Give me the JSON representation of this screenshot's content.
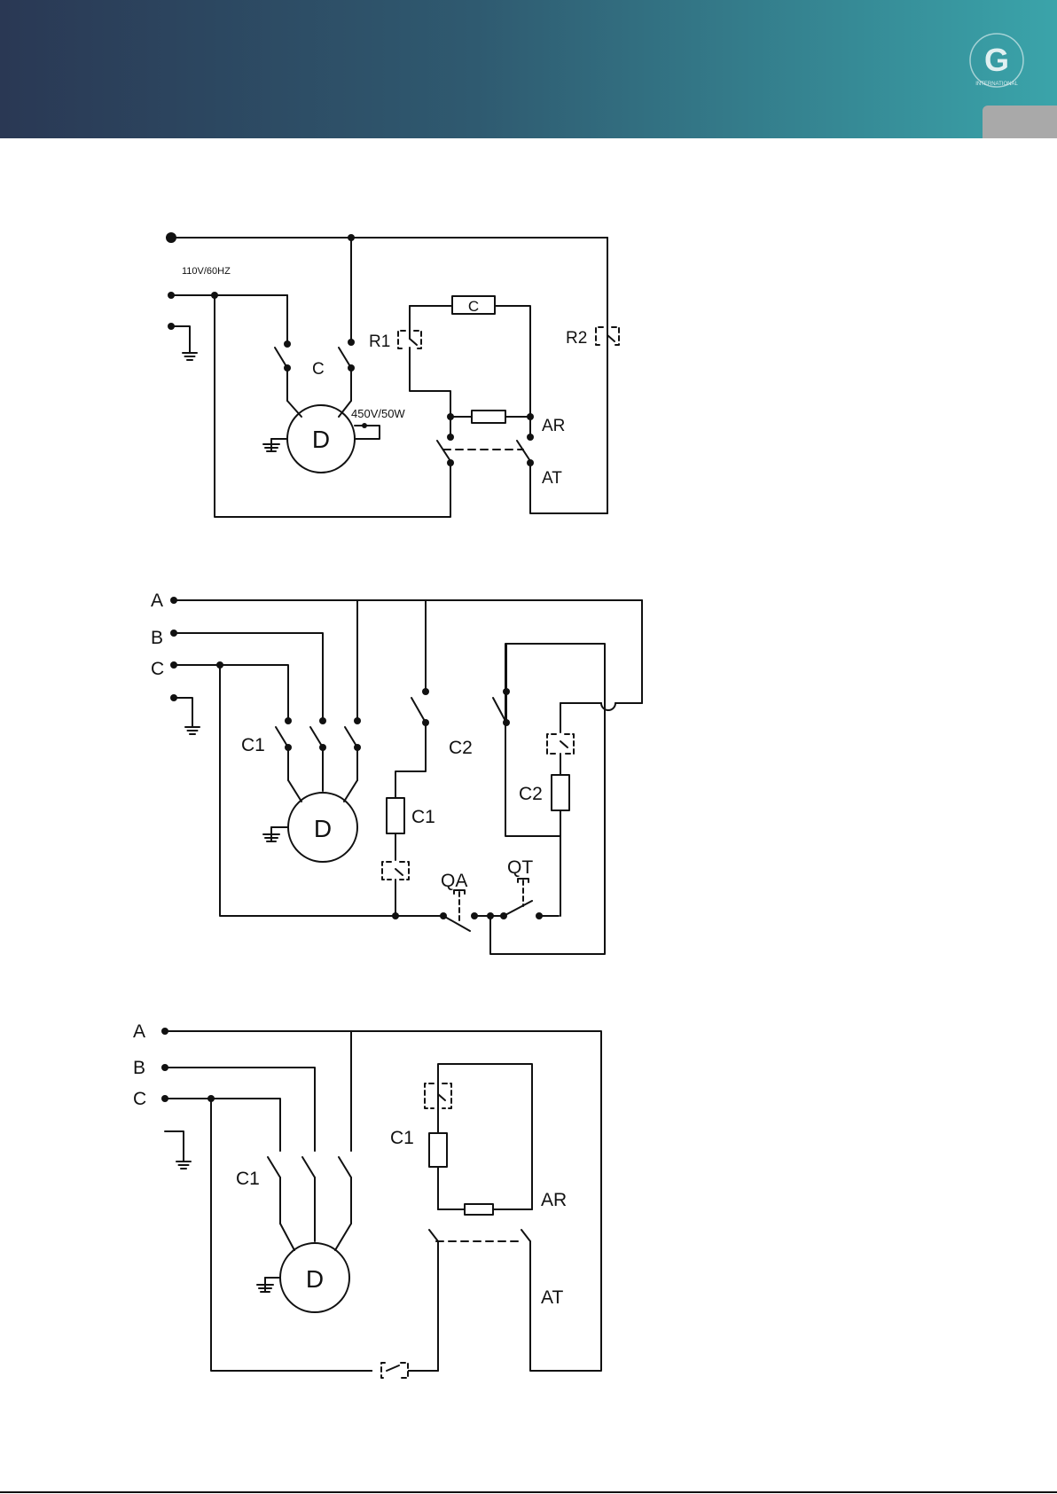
{
  "header": {
    "logo_letter": "G",
    "logo_subtext": "INTERNATIONAL",
    "gradient_colors": [
      "#2a3854",
      "#2f5a70",
      "#3aa4aa"
    ]
  },
  "diagram1": {
    "supply_label": "110V/60HZ",
    "contactor_label": "C",
    "motor_label": "D",
    "capacitor_label": "C",
    "heater_label": "450V/50W",
    "relay1_label": "R1",
    "relay2_label": "R2",
    "ar_label": "AR",
    "at_label": "AT"
  },
  "diagram2": {
    "line_a": "A",
    "line_b": "B",
    "line_c": "C",
    "contactor1_label": "C1",
    "contactor2_label": "C2",
    "motor_label": "D",
    "coil1_label": "C1",
    "coil2_label": "C2",
    "start_button_label": "QA",
    "stop_button_label": "QT"
  },
  "diagram3": {
    "line_a": "A",
    "line_b": "B",
    "line_c": "C",
    "contactor_label": "C1",
    "coil_label": "C1",
    "motor_label": "D",
    "ar_label": "AR",
    "at_label": "AT"
  }
}
